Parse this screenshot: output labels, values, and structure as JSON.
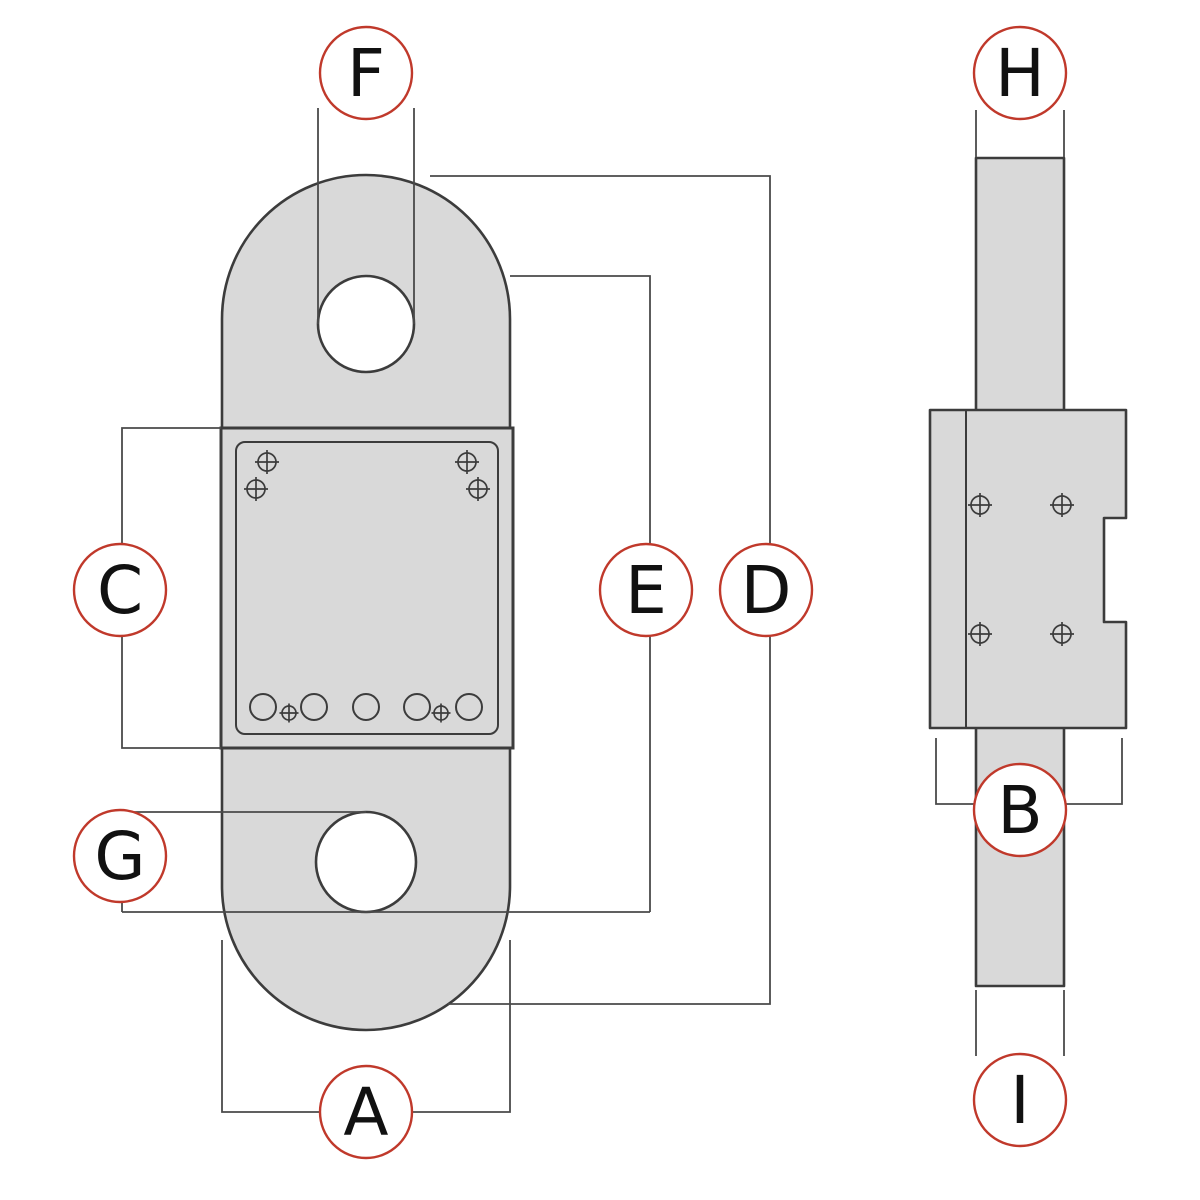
{
  "colors": {
    "background": "#ffffff",
    "part_fill": "#d9d9d9",
    "part_outline": "#3c3c3c",
    "dim_line": "#4a4a4a",
    "label_circle_stroke": "#c0392b",
    "label_circle_fill": "#ffffff",
    "label_text": "#111111"
  },
  "diagram": {
    "labels": [
      {
        "char": "F",
        "view": "front"
      },
      {
        "char": "C",
        "view": "front"
      },
      {
        "char": "E",
        "view": "front"
      },
      {
        "char": "D",
        "view": "front"
      },
      {
        "char": "G",
        "view": "front"
      },
      {
        "char": "A",
        "view": "front"
      },
      {
        "char": "H",
        "view": "side"
      },
      {
        "char": "B",
        "view": "side"
      },
      {
        "char": "I",
        "view": "side"
      }
    ]
  }
}
